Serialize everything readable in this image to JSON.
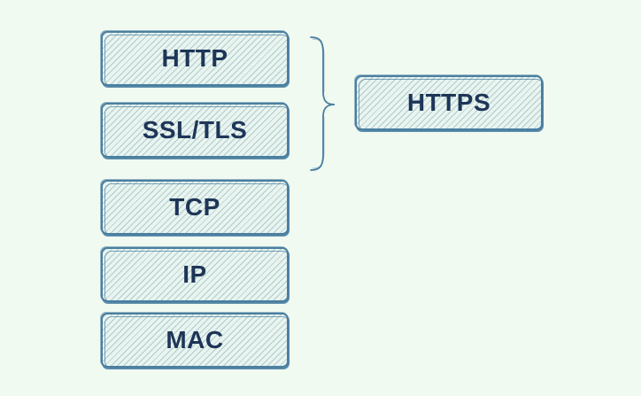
{
  "stack": {
    "layers": [
      {
        "id": "http",
        "label": "HTTP"
      },
      {
        "id": "ssl",
        "label": "SSL/TLS"
      },
      {
        "id": "tcp",
        "label": "TCP"
      },
      {
        "id": "ip",
        "label": "IP"
      },
      {
        "id": "mac",
        "label": "MAC"
      }
    ]
  },
  "combined": {
    "label": "HTTPS"
  },
  "colors": {
    "background": "#f1faf1",
    "box_border": "#4a7fa0",
    "box_hatch": "#78aab4",
    "text": "#1d3557"
  }
}
